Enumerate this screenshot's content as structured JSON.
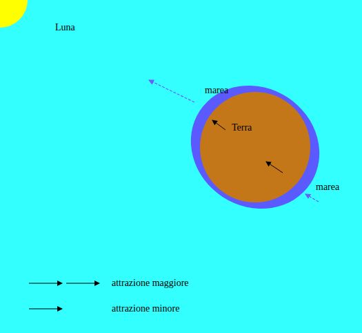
{
  "diagram": {
    "nodes": [
      {
        "text": [
          "Luna"
        ]
      },
      {
        "text": [
          "Terra"
        ]
      }
    ],
    "labels": [
      "marea",
      "marea"
    ],
    "legend": [
      {
        "text": "attrazione maggiore"
      },
      {
        "text": "attrazione minore"
      }
    ]
  }
}
